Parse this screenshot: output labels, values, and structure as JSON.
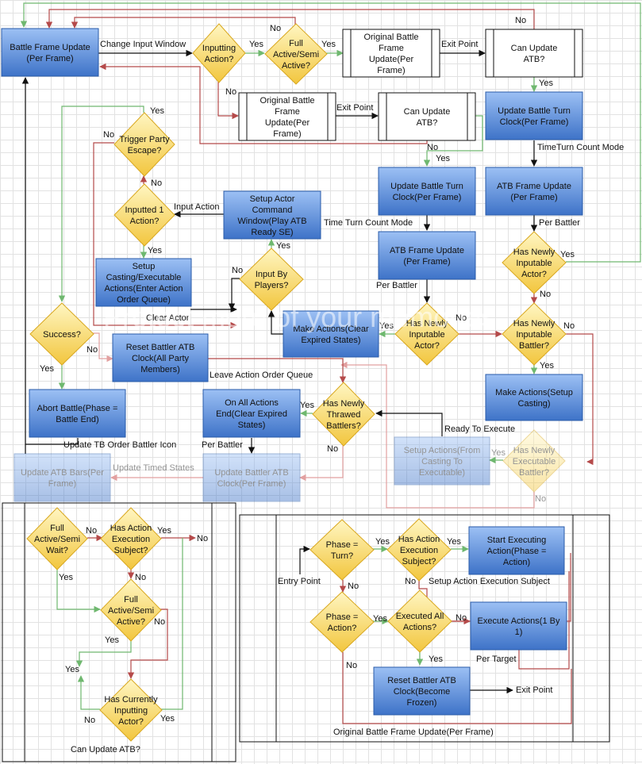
{
  "nodes": {
    "bfu": [
      "Battle Frame Update",
      "(Per Frame)"
    ],
    "inputting_action": [
      "Inputting",
      "Action?"
    ],
    "full_semi_active_top": [
      "Full",
      "Active/Semi",
      "Active?"
    ],
    "obfu_top": [
      "Original Battle",
      "Frame",
      "Update(Per",
      "Frame)"
    ],
    "can_update_atb_top": [
      "Can Update",
      "ATB?"
    ],
    "obfu_mid": [
      "Original Battle",
      "Frame",
      "Update(Per",
      "Frame)"
    ],
    "can_update_atb_mid": [
      "Can Update",
      "ATB?"
    ],
    "ubtc_right": [
      "Update Battle Turn",
      "Clock(Per Frame)"
    ],
    "ubtc_mid": [
      "Update Battle Turn",
      "Clock(Per Frame)"
    ],
    "atb_fu_right": [
      "ATB Frame Update",
      "(Per Frame)"
    ],
    "atb_fu_mid": [
      "ATB Frame Update",
      "(Per Frame)"
    ],
    "trigger_escape": [
      "Trigger Party",
      "Escape?"
    ],
    "inputted_1": [
      "Inputted 1",
      "Action?"
    ],
    "setup_cmd": [
      "Setup Actor",
      "Command",
      "Window(Play ATB",
      "Ready SE)"
    ],
    "setup_casting": [
      "Setup",
      "Casting/Executable",
      "Actions(Enter Action",
      "Order Queue)"
    ],
    "input_by_players": [
      "Input By",
      "Players?"
    ],
    "has_new_inputable_actor_right": [
      "Has Newly",
      "Inputable",
      "Actor?"
    ],
    "has_new_inputable_actor_mid": [
      "Has Newly",
      "Inputable",
      "Actor?"
    ],
    "has_new_inputable_battler": [
      "Has Newly",
      "Inputable",
      "Battler?"
    ],
    "make_actions_clear": [
      "Make Actions(Clear",
      "Expired States)"
    ],
    "make_actions_setup": [
      "Make Actions(Setup",
      "Casting)"
    ],
    "success": [
      "Success?"
    ],
    "reset_atb": [
      "Reset Battler ATB",
      "Clock(All Party",
      "Members)"
    ],
    "abort_battle": [
      "Abort Battle(Phase =",
      "Battle End)"
    ],
    "on_all_actions_end": [
      "On All Actions",
      "End(Clear Expired",
      "States)"
    ],
    "has_new_thrawed": [
      "Has Newly",
      "Thrawed",
      "Battlers?"
    ],
    "setup_actions_exec": [
      "Setup Actions(From",
      "Casting To",
      "Executable)"
    ],
    "has_new_executable": [
      "Has Newly",
      "Executable",
      "Battler?"
    ],
    "update_atb_bars": [
      "Update ATB Bars(Per",
      "Frame)"
    ],
    "update_battler_atb": [
      "Update Battler ATB",
      "Clock(Per Frame)"
    ],
    "bl_full_semi_wait": [
      "Full",
      "Active/Semi",
      "Wait?"
    ],
    "bl_has_action_exec": [
      "Has Action",
      "Execution",
      "Subject?"
    ],
    "bl_full_semi_active": [
      "Full",
      "Active/Semi",
      "Active?"
    ],
    "bl_has_current_inputting": [
      "Has Currently",
      "Inputting",
      "Actor?"
    ],
    "br_phase_turn": [
      "Phase =",
      "Turn?"
    ],
    "br_has_action_exec": [
      "Has Action",
      "Execution",
      "Subject?"
    ],
    "br_start_exec": [
      "Start Executing",
      "Action(Phase =",
      "Action)"
    ],
    "br_phase_action": [
      "Phase =",
      "Action?"
    ],
    "br_executed_all": [
      "Executed All",
      "Actions?"
    ],
    "br_execute_actions": [
      "Execute Actions(1 By",
      "1)"
    ],
    "br_reset_atb": [
      "Reset Battler ATB",
      "Clock(Become",
      "Frozen)"
    ]
  },
  "labels": {
    "change_input_window": "Change Input Window",
    "yes": "Yes",
    "no": "No",
    "exit_point": "Exit Point",
    "time_turn_count_mode": "TimeTurn Count Mode",
    "time_turn_count_mode_mid": "Time Turn Count Mode",
    "per_battler": "Per Battler",
    "input_action": "Input Action",
    "clear_actor": "Clear Actor",
    "leave_action_order_queue": "Leave Action Order Queue",
    "ready_to_execute": "Ready To Execute",
    "update_tb_order_battler_icon": "Update TB Order Battler Icon",
    "update_timed_states": "Update Timed States",
    "can_update_atb_caption": "Can Update ATB?",
    "entry_point": "Entry Point",
    "setup_action_execution_subject": "Setup Action Execution Subject",
    "per_target": "Per Target",
    "original_bfu_caption": "Original Battle Frame Update(Per Frame)"
  },
  "watermark": "Protect more of your memories",
  "colors": {
    "box_top": "#8ab4f0",
    "box_bottom": "#3d73c9",
    "diamond_light": "#fff3b0",
    "diamond_dark": "#f4cc4a",
    "line_green": "#6fb86f",
    "line_red": "#b54a4a",
    "line_black": "#111111"
  }
}
